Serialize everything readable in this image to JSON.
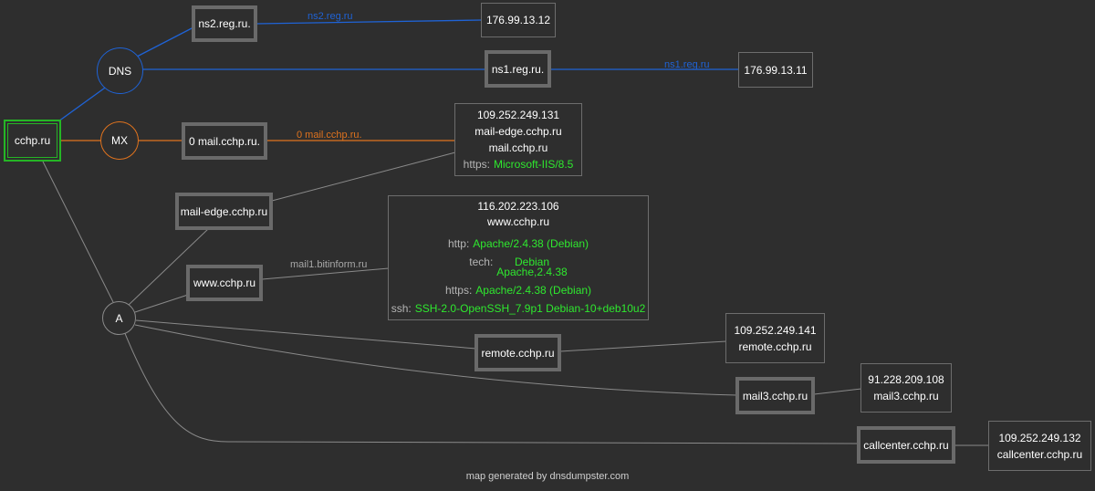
{
  "root": {
    "label": "cchp.ru"
  },
  "groups": {
    "dns": "DNS",
    "mx": "MX",
    "a": "A"
  },
  "dns_hosts": {
    "ns2": {
      "label": "ns2.reg.ru.",
      "edge_label": "ns2.reg.ru",
      "ip": "176.99.13.12"
    },
    "ns1": {
      "label": "ns1.reg.ru.",
      "edge_label": "ns1.reg.ru",
      "ip": "176.99.13.11"
    }
  },
  "mx_host": {
    "label": "0 mail.cchp.ru.",
    "edge_label": "0 mail.cchp.ru.",
    "info": {
      "ip": "109.252.249.131",
      "names": [
        "mail-edge.cchp.ru",
        "mail.cchp.ru"
      ],
      "services": [
        {
          "key": "https:",
          "value": "Microsoft-IIS/8.5"
        }
      ]
    }
  },
  "a_hosts": {
    "mail_edge": {
      "label": "mail-edge.cchp.ru"
    },
    "www": {
      "label": "www.cchp.ru",
      "edge_label": "mail1.bitinform.ru",
      "info": {
        "ip": "116.202.223.106",
        "name": "www.cchp.ru",
        "http": {
          "key": "http:",
          "value": "Apache/2.4.38 (Debian)"
        },
        "tech": {
          "key": "tech:",
          "value1": "Debian",
          "value2": "Apache,2.4.38"
        },
        "https": {
          "key": "https:",
          "value": "Apache/2.4.38 (Debian)"
        },
        "ssh": {
          "key": "ssh:",
          "value": "SSH-2.0-OpenSSH_7.9p1 Debian-10+deb10u2"
        }
      }
    },
    "remote": {
      "label": "remote.cchp.ru",
      "ip": "109.252.249.141",
      "name": "remote.cchp.ru"
    },
    "mail3": {
      "label": "mail3.cchp.ru",
      "ip": "91.228.209.108",
      "name": "mail3.cchp.ru"
    },
    "callcenter": {
      "label": "callcenter.cchp.ru",
      "ip": "109.252.249.132",
      "name": "callcenter.cchp.ru"
    }
  },
  "colors": {
    "dns": "#1f63d6",
    "mx": "#e0731e",
    "a": "#8a8a8a",
    "root": "#25b525",
    "value": "#2ee82e"
  },
  "footer": "map generated by dnsdumpster.com"
}
